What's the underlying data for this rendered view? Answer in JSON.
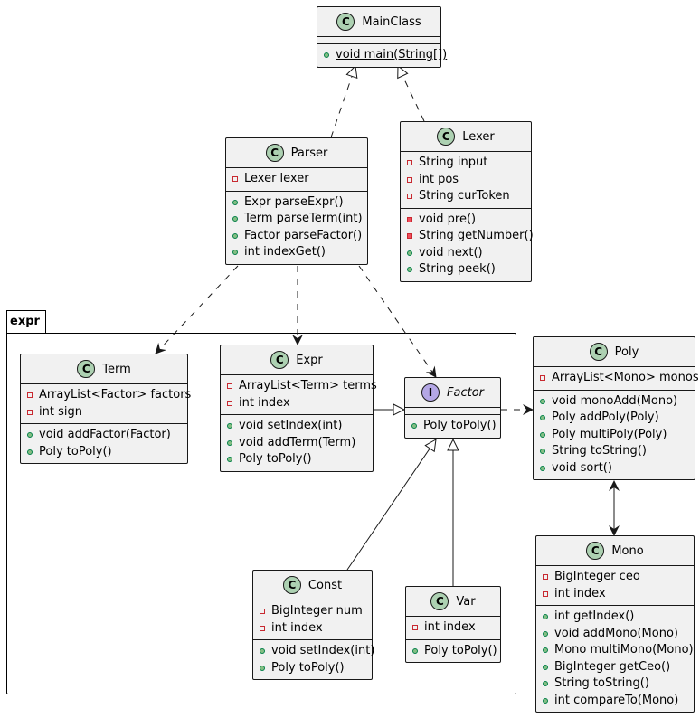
{
  "package": {
    "name": "expr"
  },
  "classes": [
    {
      "id": "mainclass",
      "kind": "class",
      "name": "MainClass",
      "fields": [],
      "methods": [
        {
          "vis": "public",
          "text": "void main(String[])",
          "static": true
        }
      ]
    },
    {
      "id": "parser",
      "kind": "class",
      "name": "Parser",
      "fields": [
        {
          "vis": "private",
          "text": "Lexer lexer"
        }
      ],
      "methods": [
        {
          "vis": "public",
          "text": "Expr parseExpr()"
        },
        {
          "vis": "public",
          "text": "Term parseTerm(int)"
        },
        {
          "vis": "public",
          "text": "Factor parseFactor()"
        },
        {
          "vis": "public",
          "text": "int indexGet()"
        }
      ]
    },
    {
      "id": "lexer",
      "kind": "class",
      "name": "Lexer",
      "fields": [
        {
          "vis": "private",
          "text": "String input"
        },
        {
          "vis": "private",
          "text": "int pos"
        },
        {
          "vis": "private",
          "text": "String curToken"
        }
      ],
      "methods": [
        {
          "vis": "private",
          "text": "void pre()"
        },
        {
          "vis": "private",
          "text": "String getNumber()"
        },
        {
          "vis": "public",
          "text": "void next()"
        },
        {
          "vis": "public",
          "text": "String peek()"
        }
      ]
    },
    {
      "id": "term",
      "kind": "class",
      "name": "Term",
      "fields": [
        {
          "vis": "private",
          "text": "ArrayList<Factor> factors"
        },
        {
          "vis": "private",
          "text": "int sign"
        }
      ],
      "methods": [
        {
          "vis": "public",
          "text": "void addFactor(Factor)"
        },
        {
          "vis": "public",
          "text": "Poly toPoly()"
        }
      ]
    },
    {
      "id": "expr",
      "kind": "class",
      "name": "Expr",
      "fields": [
        {
          "vis": "private",
          "text": "ArrayList<Term> terms"
        },
        {
          "vis": "private",
          "text": "int index"
        }
      ],
      "methods": [
        {
          "vis": "public",
          "text": "void setIndex(int)"
        },
        {
          "vis": "public",
          "text": "void addTerm(Term)"
        },
        {
          "vis": "public",
          "text": "Poly toPoly()"
        }
      ]
    },
    {
      "id": "factor",
      "kind": "interface",
      "name": "Factor",
      "fields": [],
      "methods": [
        {
          "vis": "public",
          "text": "Poly toPoly()"
        }
      ]
    },
    {
      "id": "const",
      "kind": "class",
      "name": "Const",
      "fields": [
        {
          "vis": "private",
          "text": "BigInteger num"
        },
        {
          "vis": "private",
          "text": "int index"
        }
      ],
      "methods": [
        {
          "vis": "public",
          "text": "void setIndex(int)"
        },
        {
          "vis": "public",
          "text": "Poly toPoly()"
        }
      ]
    },
    {
      "id": "var",
      "kind": "class",
      "name": "Var",
      "fields": [
        {
          "vis": "private",
          "text": "int index"
        }
      ],
      "methods": [
        {
          "vis": "public",
          "text": "Poly toPoly()"
        }
      ]
    },
    {
      "id": "poly",
      "kind": "class",
      "name": "Poly",
      "fields": [
        {
          "vis": "private",
          "text": "ArrayList<Mono> monos"
        }
      ],
      "methods": [
        {
          "vis": "public",
          "text": "void monoAdd(Mono)"
        },
        {
          "vis": "public",
          "text": "Poly addPoly(Poly)"
        },
        {
          "vis": "public",
          "text": "Poly multiPoly(Poly)"
        },
        {
          "vis": "public",
          "text": "String toString()"
        },
        {
          "vis": "public",
          "text": "void sort()"
        }
      ]
    },
    {
      "id": "mono",
      "kind": "class",
      "name": "Mono",
      "fields": [
        {
          "vis": "private",
          "text": "BigInteger ceo"
        },
        {
          "vis": "private",
          "text": "int index"
        }
      ],
      "methods": [
        {
          "vis": "public",
          "text": "int getIndex()"
        },
        {
          "vis": "public",
          "text": "void addMono(Mono)"
        },
        {
          "vis": "public",
          "text": "Mono multiMono(Mono)"
        },
        {
          "vis": "public",
          "text": "BigInteger getCeo()"
        },
        {
          "vis": "public",
          "text": "String toString()"
        },
        {
          "vis": "public",
          "text": "int compareTo(Mono)"
        }
      ]
    }
  ],
  "relations": [
    {
      "from": "parser",
      "to": "mainclass",
      "type": "realization"
    },
    {
      "from": "lexer",
      "to": "mainclass",
      "type": "realization"
    },
    {
      "from": "parser",
      "to": "term",
      "type": "dependency"
    },
    {
      "from": "parser",
      "to": "expr",
      "type": "dependency"
    },
    {
      "from": "parser",
      "to": "factor",
      "type": "dependency"
    },
    {
      "from": "expr",
      "to": "factor",
      "type": "generalization"
    },
    {
      "from": "const",
      "to": "factor",
      "type": "generalization"
    },
    {
      "from": "var",
      "to": "factor",
      "type": "generalization"
    },
    {
      "from": "factor",
      "to": "poly",
      "type": "dependency"
    },
    {
      "from": "poly",
      "to": "mono",
      "type": "bidirectional-association"
    }
  ]
}
